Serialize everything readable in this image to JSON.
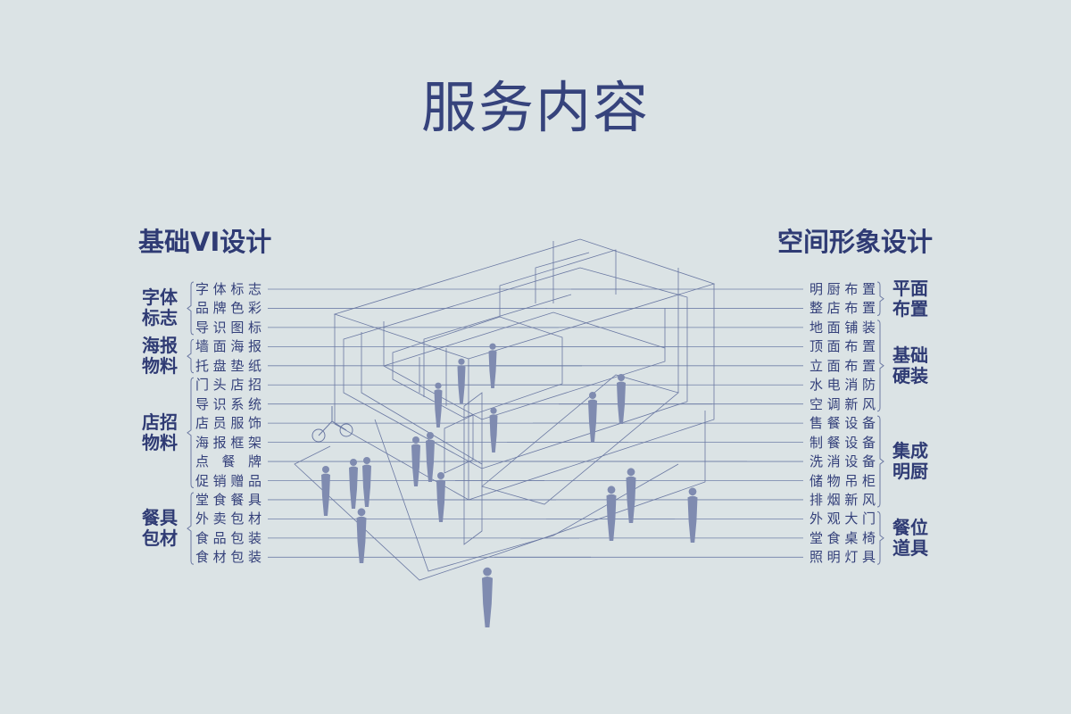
{
  "title": "服务内容",
  "left": {
    "heading": "基础VI设计",
    "groups": [
      {
        "label": [
          "字体",
          "标志"
        ],
        "items": [
          "字体标志",
          "品牌色彩",
          "导识图标"
        ]
      },
      {
        "label": [
          "海报",
          "物料"
        ],
        "items": [
          "墙面海报",
          "托盘垫纸"
        ]
      },
      {
        "label": [
          "店招",
          "物料"
        ],
        "items": [
          "门头店招",
          "导识系统",
          "店员服饰",
          "海报框架",
          "点 餐 牌",
          "促销赠品"
        ]
      },
      {
        "label": [
          "餐具",
          "包材"
        ],
        "items": [
          "堂食餐具",
          "外卖包材",
          "食品包装",
          "食材包装"
        ]
      }
    ]
  },
  "right": {
    "heading": "空间形象设计",
    "groups": [
      {
        "label": [
          "平面",
          "布置"
        ],
        "items": [
          "明厨布置",
          "整店布置"
        ]
      },
      {
        "label": [
          "基础",
          "硬装"
        ],
        "items": [
          "地面铺装",
          "顶面布置",
          "立面布置",
          "水电消防",
          "空调新风"
        ]
      },
      {
        "label": [
          "集成",
          "明厨"
        ],
        "items": [
          "售餐设备",
          "制餐设备",
          "洗消设备",
          "储物吊柜",
          "排烟新风"
        ]
      },
      {
        "label": [
          "餐位",
          "道具"
        ],
        "items": [
          "外观大门",
          "堂食桌椅",
          "照明灯具"
        ]
      }
    ]
  },
  "colors": {
    "background": "#dbe3e5",
    "text": "#2f3b74",
    "line": "#5a6a9a",
    "figure": "#7f8bb0"
  }
}
